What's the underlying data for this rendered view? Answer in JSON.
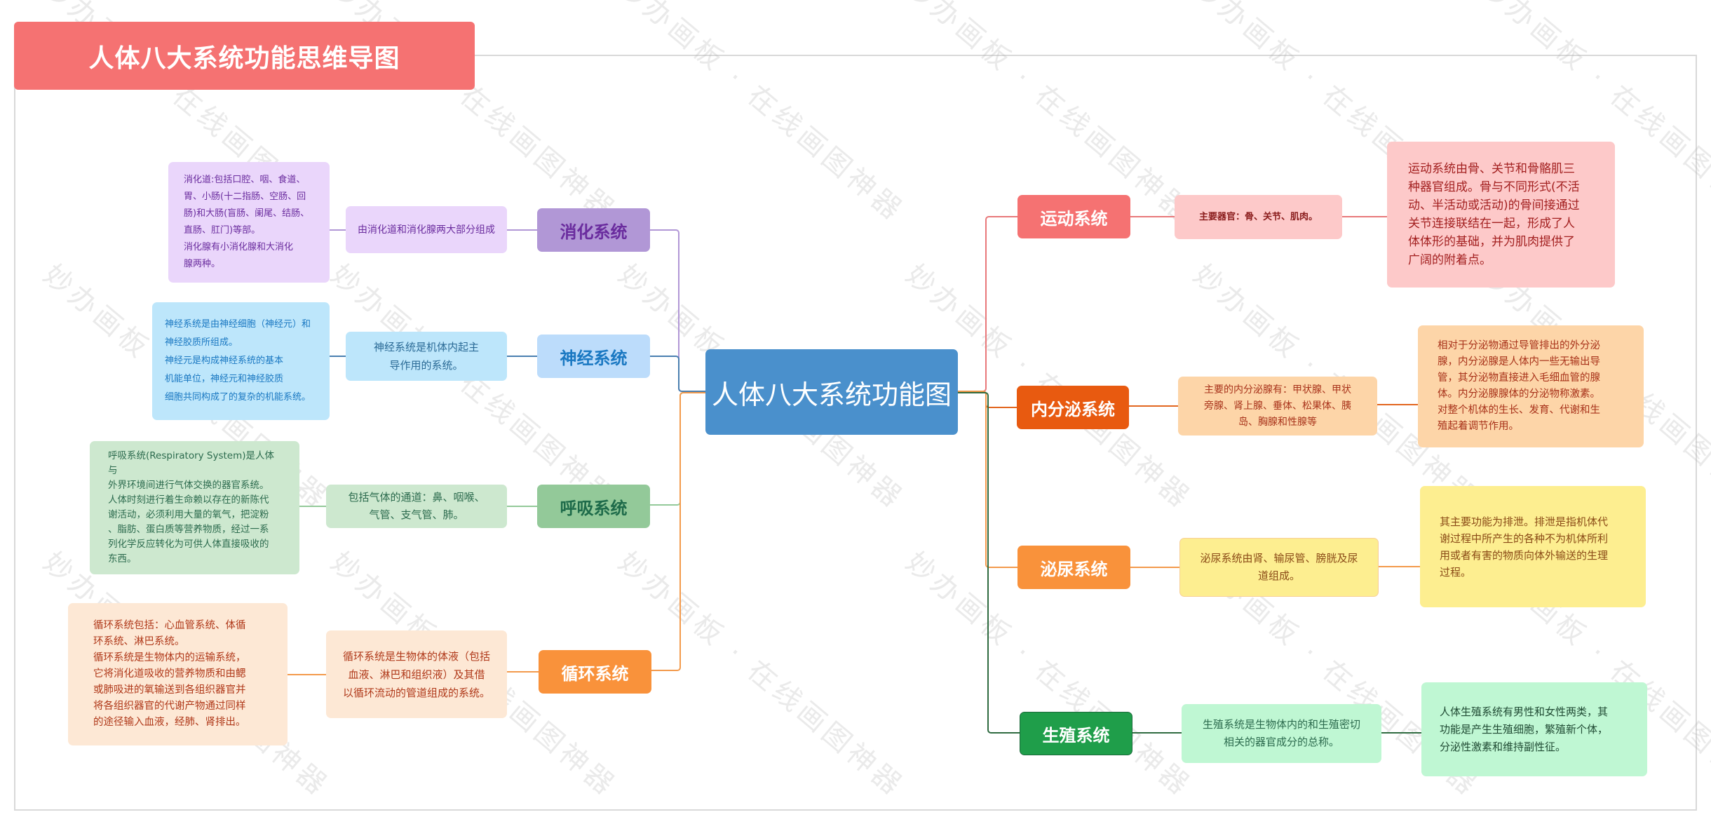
{
  "title": "人体八大系统功能思维导图",
  "center": {
    "label": "人体八大系统功能图",
    "color": "#4a90cc"
  },
  "watermark": "妙办画板 · 在线画图神器",
  "left_branches": [
    {
      "name": "消化系统",
      "colors": {
        "branch_bg": "#b197d6",
        "branch_text": "#6a2c9e",
        "box_bg": "#ead6fb",
        "text": "#6a2c9e",
        "line": "#b197d6"
      },
      "summary": "由消化道和消化腺两大部分组成",
      "detail": "消化道:包括口腔、咽、食道、\n胃、小肠(十二指肠、空肠、回\n肠)和大肠(盲肠、阑尾、结肠、\n直肠、肛门)等部。\n消化腺有小消化腺和大消化\n腺两种。"
    },
    {
      "name": "神经系统",
      "colors": {
        "branch_bg": "#bcdcfb",
        "branch_text": "#1a78c2",
        "box_bg": "#bde6fb",
        "text": "#1a78c2",
        "line": "#4a7fb0"
      },
      "summary": "神经系统是机体内起主\n导作用的系统。",
      "detail": "神经系统是由神经细胞（神经元）和\n神经胶质所组成。\n神经元是构成神经系统的基本\n机能单位，神经元和神经胶质\n细胞共同构成了的复杂的机能系统。"
    },
    {
      "name": "呼吸系统",
      "colors": {
        "branch_bg": "#93c999",
        "branch_text": "#1e6b4a",
        "box_bg": "#cde8cf",
        "text": "#2c6b4e",
        "line": "#93c999"
      },
      "summary": "包括气体的通道：鼻、咽喉、\n气管、支气管、肺。",
      "detail": "呼吸系统(Respiratory System)是人体与\n外界环境间进行气体交换的器官系统。\n人体时刻进行着生命赖以存在的新陈代\n谢活动，必须利用大量的氧气，把淀粉\n、脂肪、蛋白质等营养物质，经过一系\n列化学反应转化为可供人体直接吸收的\n东西。"
    },
    {
      "name": "循环系统",
      "colors": {
        "branch_bg": "#f9923b",
        "branch_text": "#ffffff",
        "box_bg": "#fde8d5",
        "text": "#b0391a",
        "line": "#f39a4c"
      },
      "summary": "循环系统是生物体的体液（包括\n血液、淋巴和组织液）及其借\n以循环流动的管道组成的系统。",
      "detail": "循环系统包括：心血管系统、体循\n环系统、淋巴系统。\n循环系统是生物体内的运输系统，\n它将消化道吸收的营养物质和由鳃\n或肺吸进的氧输送到各组织器官并\n将各组织器官的代谢产物通过同样\n的途径输入血液，经肺、肾排出。"
    }
  ],
  "right_branches": [
    {
      "name": "运动系统",
      "colors": {
        "branch_bg": "#f57272",
        "branch_text": "#ffffff",
        "box_bg": "#fdc9c9",
        "text": "#a32020",
        "line": "#e8787a"
      },
      "summary": "主要器官：骨、关节、肌肉。",
      "detail": "运动系统由骨、关节和骨骼肌三\n种器官组成。骨与不同形式(不活\n动、半活动或活动)的骨间接通过\n关节连接联结在一起，形成了人\n体体形的基础，并为肌肉提供了\n广阔的附着点。"
    },
    {
      "name": "内分泌系统",
      "colors": {
        "branch_bg": "#e85a10",
        "branch_text": "#ffffff",
        "box_bg": "#fdd5a8",
        "text": "#a8321a",
        "line": "#e2661f"
      },
      "summary": "主要的内分泌腺有：甲状腺、甲状\n旁腺、肾上腺、垂体、松果体、胰\n岛、胸腺和性腺等",
      "detail": "相对于分泌物通过导管排出的外分泌\n腺，内分泌腺是人体内一些无输出导\n管，其分泌物直接进入毛细血管的腺\n体。内分泌腺腺体的分泌物称激素。\n对整个机体的生长、发育、代谢和生\n殖起着调节作用。"
    },
    {
      "name": "泌尿系统",
      "colors": {
        "branch_bg": "#f9923b",
        "branch_text": "#ffffff",
        "box_bg": "#fdee90",
        "text": "#8a4a16",
        "line": "#f39a4c"
      },
      "summary": "泌尿系统由肾、输尿管、膀胱及尿\n道组成。",
      "detail": "其主要功能为排泄。排泄是指机体代\n谢过程中所产生的各种不为机体所利\n用或者有害的物质向体外输送的生理\n过程。"
    },
    {
      "name": "生殖系统",
      "colors": {
        "branch_bg": "#1f9e4a",
        "branch_text": "#ffffff",
        "box_bg": "#bff7d3",
        "text": "#2c6b4e",
        "line": "#2f6b40"
      },
      "summary": "生殖系统是生物体内的和生殖密切\n相关的器官成分的总称。",
      "detail": "人体生殖系统有男性和女性两类，其\n功能是产生生殖细胞，繁殖新个体，\n分泌性激素和维持副性征。"
    }
  ]
}
